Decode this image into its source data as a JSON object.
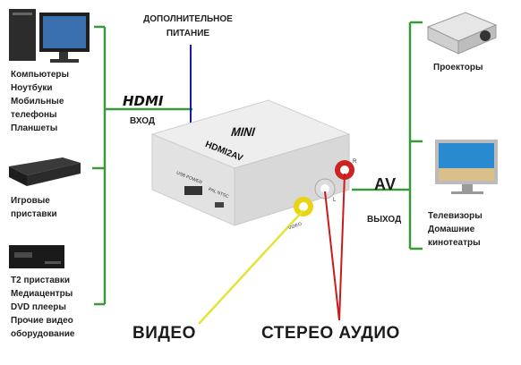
{
  "top_label": [
    "ДОПОЛНИТЕЛЬНОЕ",
    "ПИТАНИЕ"
  ],
  "input_side": {
    "logo": "HDMI",
    "label": "ВХОД",
    "groups": [
      {
        "icon": "computer-icon",
        "lines": [
          "Компьютеры",
          "Ноутбуки",
          "Мобильные",
          "телефоны",
          "Планшеты"
        ]
      },
      {
        "icon": "game-console-icon",
        "lines": [
          "Игровые",
          "приставки"
        ]
      },
      {
        "icon": "set-top-box-icon",
        "lines": [
          "Т2 приставки",
          "Медиацентры",
          "DVD плееры",
          "Прочие видео",
          "оборудование"
        ]
      }
    ]
  },
  "output_side": {
    "logo": "AV",
    "label": "ВЫХОД",
    "groups": [
      {
        "icon": "projector-icon",
        "lines": [
          "Проекторы"
        ]
      },
      {
        "icon": "tv-icon",
        "lines": [
          "Телевизоры",
          "Домашние",
          "кинотеатры"
        ]
      }
    ]
  },
  "device": {
    "brand": "MINI",
    "model": "HDMI2AV",
    "port_left": "USB POWER",
    "switch_labels": [
      "PAL",
      "NTSC"
    ],
    "port_r": "R",
    "port_video": "VIDEO",
    "port_l": "L"
  },
  "bottom_labels": {
    "video": "ВИДЕО",
    "audio": "СТЕРЕО АУДИО"
  },
  "colors": {
    "green": "#3a9a3a",
    "blue": "#1a1aa8",
    "red": "#cc1a1a",
    "yellow": "#e6e23a"
  }
}
